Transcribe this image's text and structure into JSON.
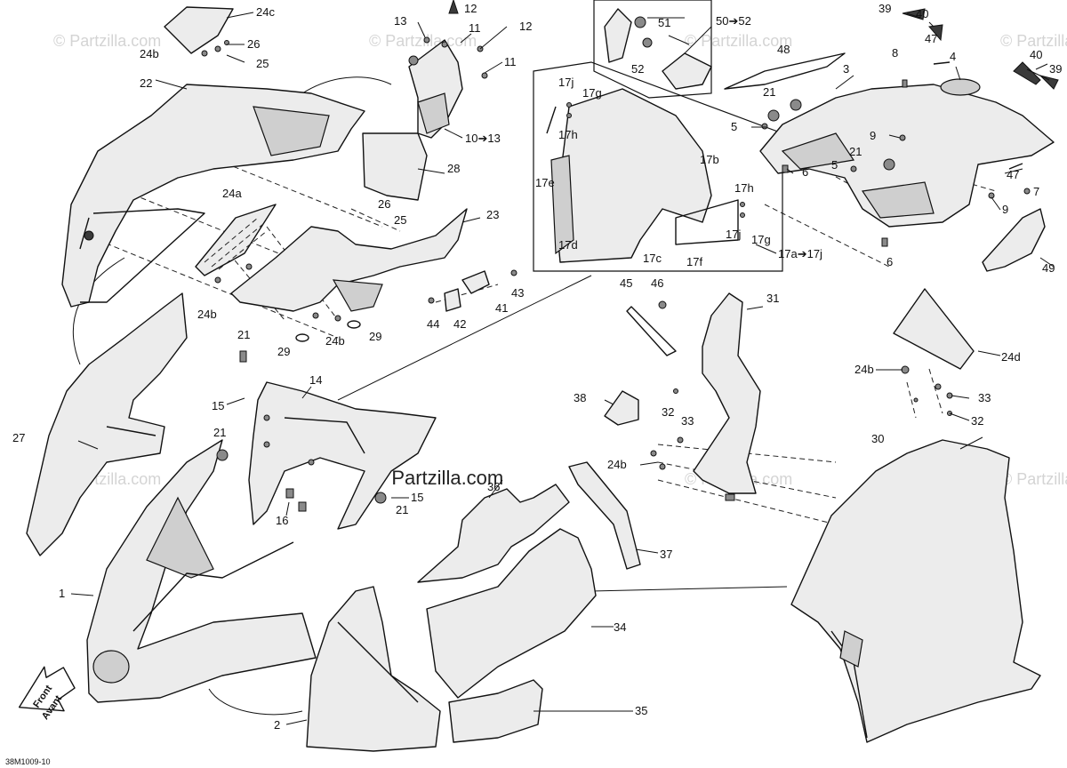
{
  "watermark": {
    "text": "© Partzilla.com"
  },
  "drawing_code": "38M1009-10",
  "front_arrow": {
    "line1": "Front",
    "line2": "Avant"
  },
  "callouts": {
    "c1": "1",
    "c2": "2",
    "c3": "3",
    "c4": "4",
    "c5a": "5",
    "c5b": "5",
    "c6a": "6",
    "c6b": "6",
    "c7": "7",
    "c8": "8",
    "c9a": "9",
    "c9b": "9",
    "c10_13": "10➔13",
    "c11a": "11",
    "c11b": "11",
    "c12a": "12",
    "c12b": "12",
    "c13": "13",
    "c14": "14",
    "c15a": "15",
    "c15b": "15",
    "c16": "16",
    "c17a_17j": "17a➔17j",
    "c17b": "17b",
    "c17c": "17c",
    "c17d": "17d",
    "c17e": "17e",
    "c17f": "17f",
    "c17g1": "17g",
    "c17g2": "17g",
    "c17h1": "17h",
    "c17h2": "17h",
    "c17j1": "17j",
    "c17j2": "17j",
    "c21a": "21",
    "c21b": "21",
    "c21c": "21",
    "c21d": "21",
    "c21e": "21",
    "c22": "22",
    "c23": "23",
    "c24a": "24a",
    "c24b1": "24b",
    "c24b2": "24b",
    "c24b3": "24b",
    "c24b4": "24b",
    "c24b5": "24b",
    "c24c": "24c",
    "c24d": "24d",
    "c25a": "25",
    "c25b": "25",
    "c26a": "26",
    "c26b": "26",
    "c27": "27",
    "c28": "28",
    "c29a": "29",
    "c29b": "29",
    "c30": "30",
    "c31": "31",
    "c32a": "32",
    "c32b": "32",
    "c33a": "33",
    "c33b": "33",
    "c34": "34",
    "c35": "35",
    "c36": "36",
    "c37": "37",
    "c38": "38",
    "c39a": "39",
    "c39b": "39",
    "c40a": "40",
    "c40b": "40",
    "c41": "41",
    "c42": "42",
    "c43": "43",
    "c44": "44",
    "c45": "45",
    "c46": "46",
    "c47a": "47",
    "c47b": "47",
    "c48": "48",
    "c49": "49",
    "c50_52": "50➔52",
    "c51": "51",
    "c52": "52"
  }
}
